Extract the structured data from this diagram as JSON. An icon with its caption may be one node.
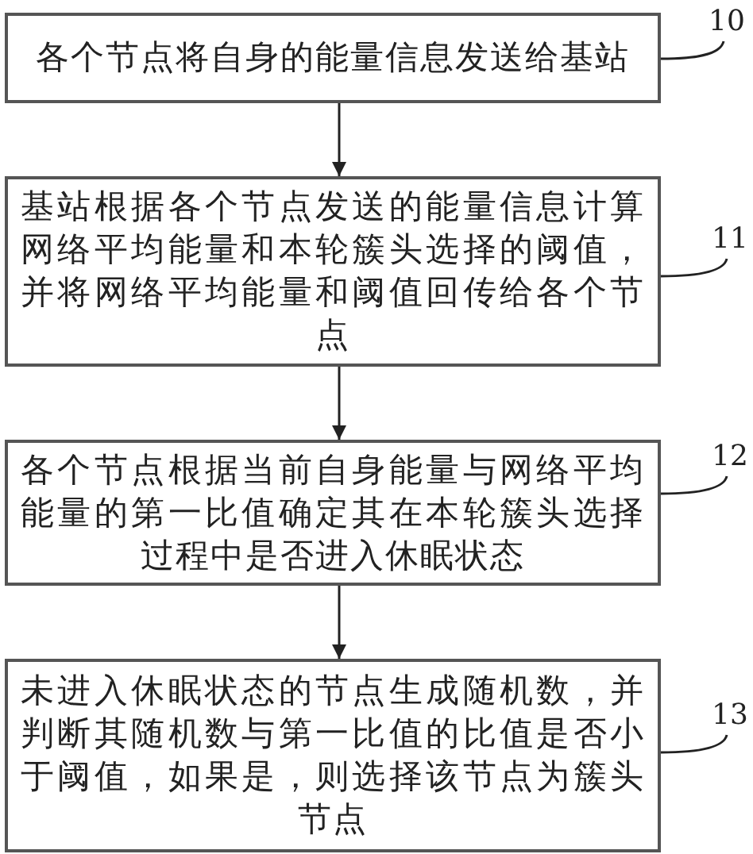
{
  "diagram": {
    "nodes": [
      {
        "text": [
          "各个节点将自身的能量信息发送给基站"
        ]
      },
      {
        "text": [
          "基站根据各个节点发送的能量信息计算网络平均能量和本轮簇头选择的阈值，并将网络平均能量和阈值回传给各个节点"
        ]
      },
      {
        "text": [
          "各个节点根据当前自身能量与网络平均能量的第一比值确定其在本轮簇头选择过程中是否进入休眠状态"
        ]
      },
      {
        "text": [
          "未进入休眠状态的节点生成随机数，并判断其随机数与第一比值的比值是否小于阈值，如果是，则选择该节点为簇头节点"
        ]
      },
      {
        "text": [
          "10"
        ]
      },
      {
        "text": [
          "11"
        ]
      },
      {
        "text": [
          "12"
        ]
      },
      {
        "text": [
          "13"
        ]
      }
    ],
    "edges": [
      {
        "from": 0,
        "to": 1,
        "arrow": "to"
      },
      {
        "from": 1,
        "to": 2,
        "arrow": "to"
      },
      {
        "from": 2,
        "to": 3,
        "arrow": "to"
      },
      {
        "from": 4,
        "to": 0,
        "arrow": "none"
      },
      {
        "from": 5,
        "to": 1,
        "arrow": "none"
      },
      {
        "from": 6,
        "to": 2,
        "arrow": "none"
      },
      {
        "from": 7,
        "to": 3,
        "arrow": "none"
      }
    ]
  }
}
